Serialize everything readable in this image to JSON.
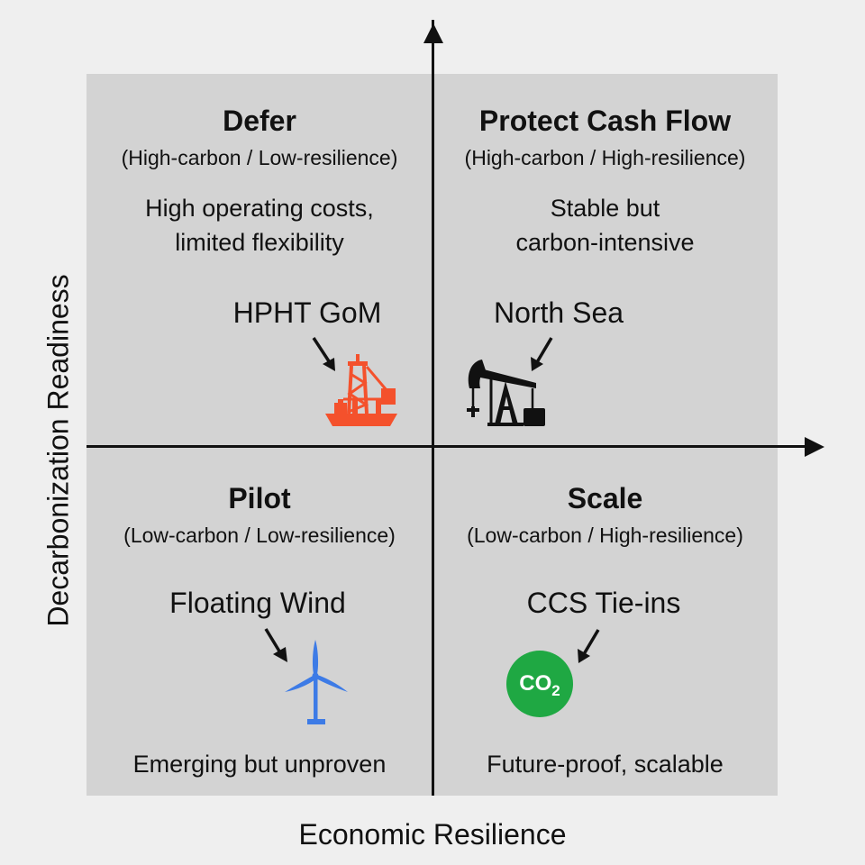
{
  "axes": {
    "x_label": "Economic Resilience",
    "y_label": "Decarbonization Readiness"
  },
  "quadrants": {
    "top_left": {
      "title": "Defer",
      "subtitle": "(High-carbon / Low-resilience)",
      "description_lines": [
        "High operating costs,",
        "limited flexibility"
      ],
      "item_label": "HPHT GoM",
      "icon": "offshore-drilling-rig-icon",
      "icon_color": "#f4512c"
    },
    "top_right": {
      "title": "Protect Cash Flow",
      "subtitle": "(High-carbon / High-resilience)",
      "description_lines": [
        "Stable but",
        "carbon-intensive"
      ],
      "item_label": "North Sea",
      "icon": "oil-pumpjack-icon",
      "icon_color": "#111111"
    },
    "bottom_left": {
      "title": "Pilot",
      "subtitle": "(Low-carbon / Low-resilience)",
      "description_lines": [
        "Emerging but unproven"
      ],
      "item_label": "Floating Wind",
      "icon": "wind-turbine-icon",
      "icon_color": "#3d7be6"
    },
    "bottom_right": {
      "title": "Scale",
      "subtitle": "(Low-carbon / High-resilience)",
      "description_lines": [
        "Future-proof, scalable"
      ],
      "item_label": "CCS Tie-ins",
      "icon": "co2-badge-icon",
      "icon_color": "#1fa843",
      "icon_text": "CO",
      "icon_subscript": "2"
    }
  },
  "colors": {
    "background": "#efefef",
    "quadrant_fill": "#d3d3d3",
    "axis": "#111111"
  }
}
